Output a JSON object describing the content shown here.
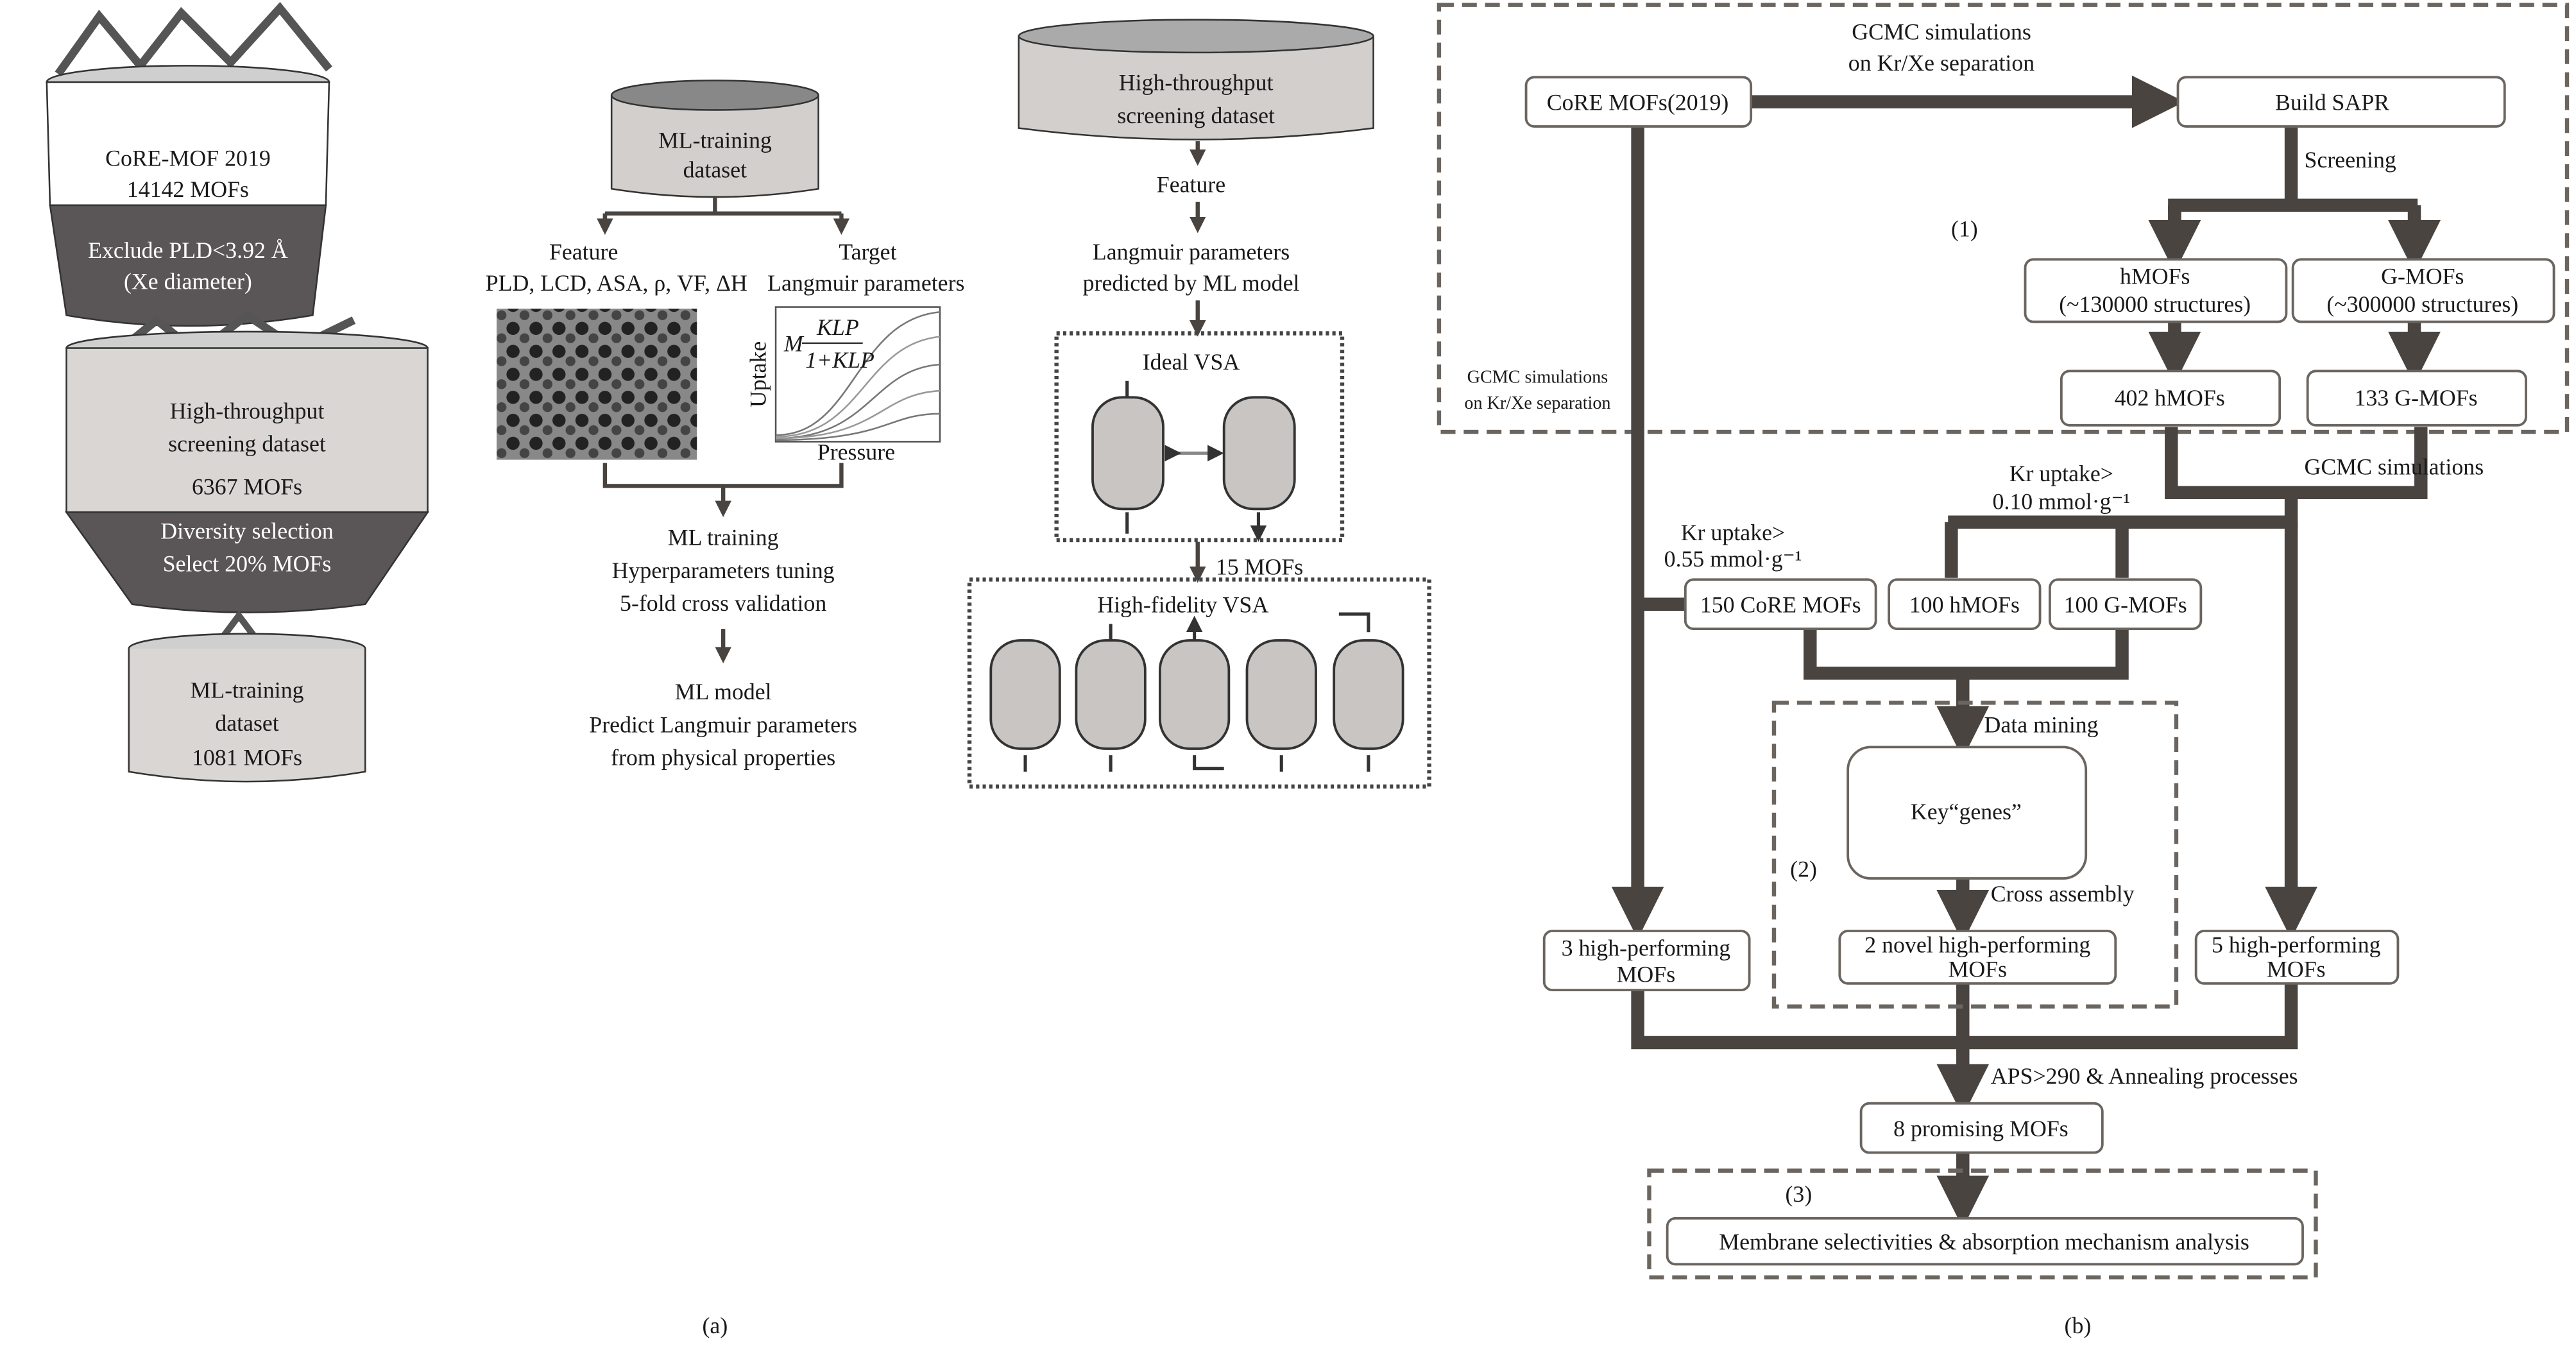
{
  "panel_a": {
    "label": "(a)",
    "funnel": {
      "core_title": "CoRE-MOF 2019",
      "core_count": "14142 MOFs",
      "exclude_1": "Exclude PLD<3.92 Å",
      "exclude_2": "(Xe diameter)",
      "hts_1": "High-throughput",
      "hts_2": "screening dataset",
      "hts_count": "6367 MOFs",
      "div_1": "Diversity selection",
      "div_2": "Select 20% MOFs",
      "ml_1": "ML-training",
      "ml_2": "dataset",
      "ml_count": "1081 MOFs"
    },
    "training": {
      "db_1": "ML-training",
      "db_2": "dataset",
      "feature": "Feature",
      "feature_list": "PLD, LCD, ASA, ρ, VF, ΔH",
      "target": "Target",
      "target_desc": "Langmuir parameters",
      "formula_m": "M",
      "formula_num": "KLP",
      "formula_den": "1+KLP",
      "plot_ylabel": "Uptake",
      "plot_xlabel": "Pressure",
      "step_1": "ML training",
      "step_2": "Hyperparameters tuning",
      "step_3": "5-fold cross validation",
      "model_1": "ML model",
      "model_2": "Predict Langmuir parameters",
      "model_3": "from physical properties"
    },
    "screening": {
      "db_1": "High-throughput",
      "db_2": "screening dataset",
      "feature": "Feature",
      "pred_1": "Langmuir parameters",
      "pred_2": "predicted by ML model",
      "ideal": "Ideal VSA",
      "count": "15 MOFs",
      "hifi": "High-fidelity VSA"
    }
  },
  "panel_b": {
    "label": "(b)",
    "gcmc_top_1": "GCMC simulations",
    "gcmc_top_2": "on Kr/Xe separation",
    "core": "CoRE MOFs(2019)",
    "sapr": "Build SAPR",
    "screening": "Screening",
    "section_1": "(1)",
    "hmofs_1": "hMOFs",
    "hmofs_2": "(~130000 structures)",
    "gmofs_1": "G-MOFs",
    "gmofs_2": "(~300000 structures)",
    "hmofs_402": "402 hMOFs",
    "gmofs_133": "133 G-MOFs",
    "gcmc_side_1": "GCMC simulations",
    "gcmc_side_2": "on Kr/Xe separation",
    "gcmc_mid": "GCMC simulations",
    "kr010_1": "Kr uptake>",
    "kr010_2": "0.10 mmol·g⁻¹",
    "kr055_1": "Kr uptake>",
    "kr055_2": "0.55 mmol·g⁻¹",
    "core150": "150 CoRE MOFs",
    "h100": "100 hMOFs",
    "g100": "100 G-MOFs",
    "data_mining": "Data mining",
    "genes": "Key“genes”",
    "section_2": "(2)",
    "cross": "Cross assembly",
    "hp3_1": "3 high-performing",
    "hp3_2": "MOFs",
    "novel_1": "2 novel high-performing",
    "novel_2": "MOFs",
    "hp5_1": "5 high-performing",
    "hp5_2": "MOFs",
    "aps": "APS>290 & Annealing processes",
    "promising": "8 promising MOFs",
    "section_3": "(3)",
    "membrane": "Membrane selectivities & absorption mechanism analysis"
  },
  "colors": {
    "line": "#4a4440",
    "dark_band": "#5a5658",
    "light_fill": "#d2cfcd"
  }
}
